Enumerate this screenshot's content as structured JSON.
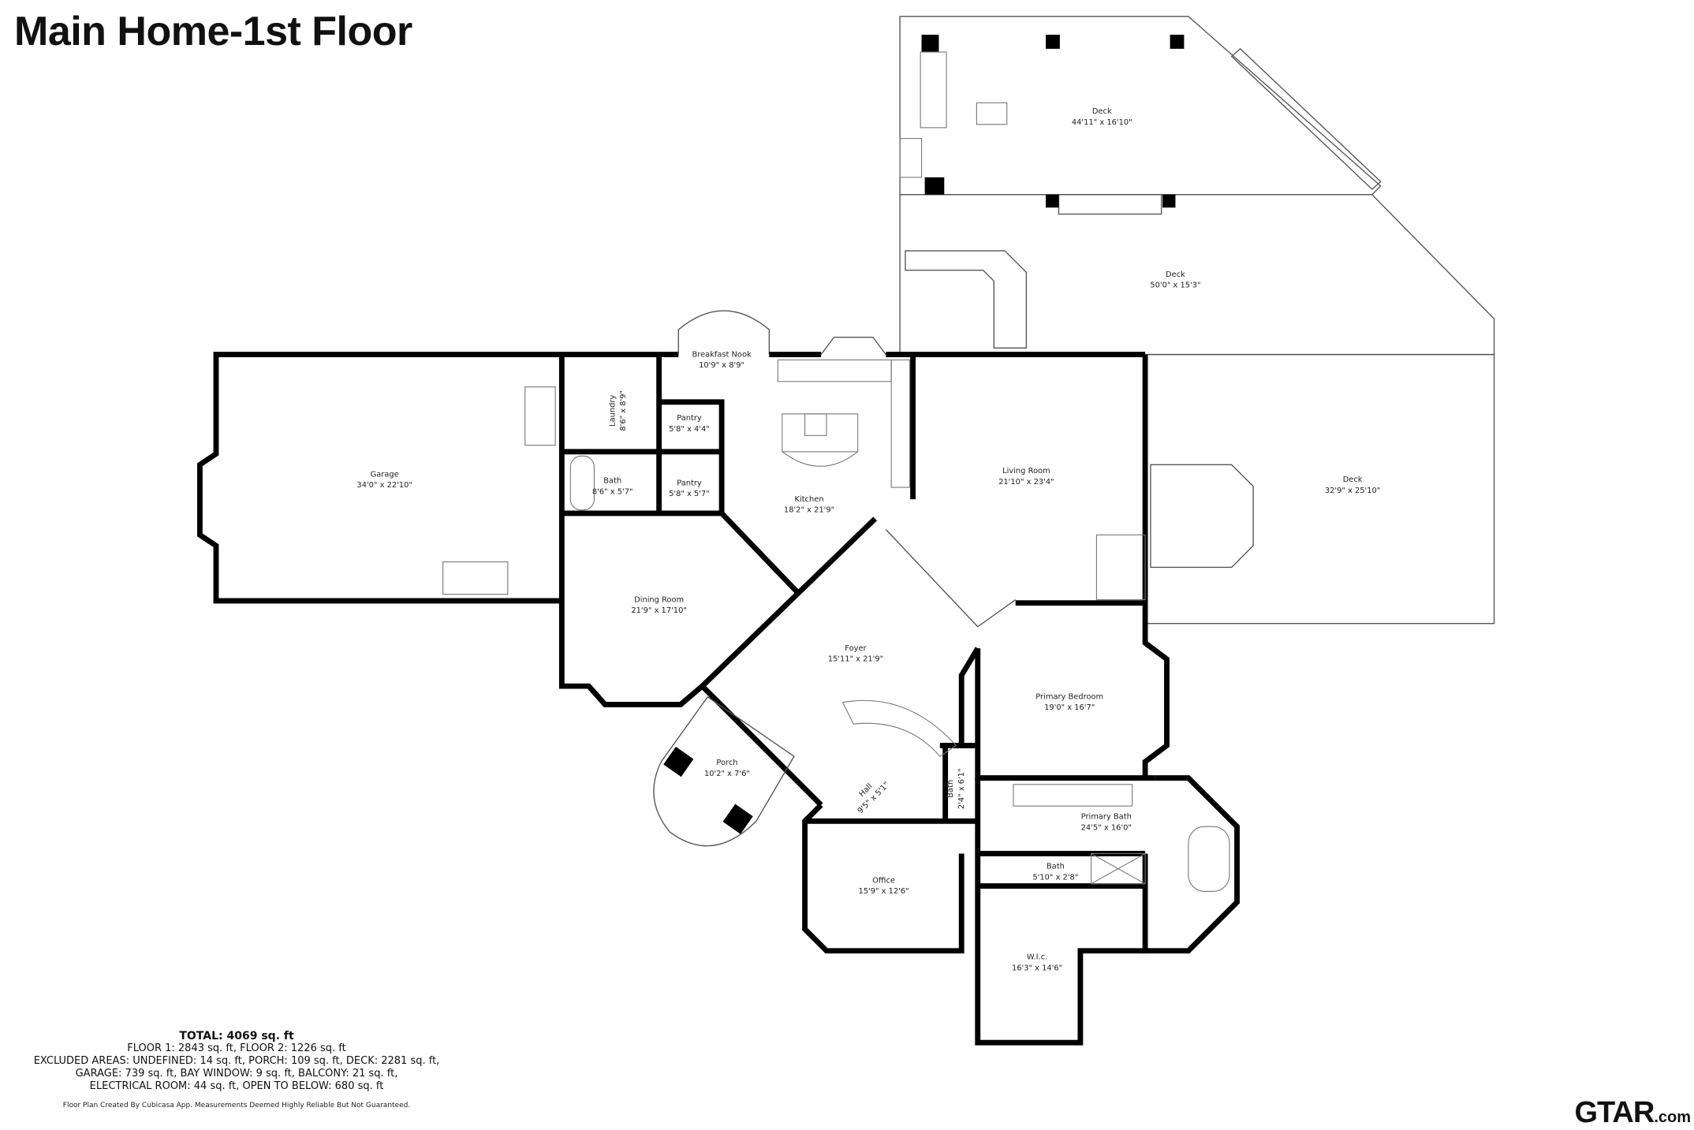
{
  "title": "Main Home-1st Floor",
  "rooms": [
    {
      "name": "Deck",
      "dims": "44'11\" x 16'10\""
    },
    {
      "name": "Deck",
      "dims": "50'0\" x 15'3\""
    },
    {
      "name": "Deck",
      "dims": "32'9\" x 25'10\""
    },
    {
      "name": "Garage",
      "dims": "34'0\" x 22'10\""
    },
    {
      "name": "Laundry",
      "dims": "8'6\" x 8'9\""
    },
    {
      "name": "Breakfast Nook",
      "dims": "10'9\" x 8'9\""
    },
    {
      "name": "Pantry",
      "dims": "5'8\" x 4'4\""
    },
    {
      "name": "Bath",
      "dims": "8'6\" x 5'7\""
    },
    {
      "name": "Pantry",
      "dims": "5'8\" x 5'7\""
    },
    {
      "name": "Kitchen",
      "dims": "18'2\" x 21'9\""
    },
    {
      "name": "Living Room",
      "dims": "21'10\" x 23'4\""
    },
    {
      "name": "Dining Room",
      "dims": "21'9\" x 17'10\""
    },
    {
      "name": "Foyer",
      "dims": "15'11\" x 21'9\""
    },
    {
      "name": "Primary Bedroom",
      "dims": "19'0\" x 16'7\""
    },
    {
      "name": "Porch",
      "dims": "10'2\" x 7'6\""
    },
    {
      "name": "Hall",
      "dims": "9'5\" x 5'1\""
    },
    {
      "name": "Bath",
      "dims": "2'4\" x 6'1\""
    },
    {
      "name": "Primary Bath",
      "dims": "24'5\" x 16'0\""
    },
    {
      "name": "Office",
      "dims": "15'9\" x 12'6\""
    },
    {
      "name": "Bath",
      "dims": "5'10\" x 2'8\""
    },
    {
      "name": "W.I.c.",
      "dims": "16'3\" x 14'6\""
    }
  ],
  "summary": {
    "total": "TOTAL: 4069 sq. ft",
    "floors": "FLOOR 1: 2843 sq. ft, FLOOR 2: 1226 sq. ft",
    "excluded_1": "EXCLUDED AREAS: UNDEFINED: 14 sq. ft, PORCH: 109 sq. ft, DECK: 2281 sq. ft,",
    "excluded_2": "GARAGE: 739 sq. ft, BAY WINDOW: 9 sq. ft, BALCONY: 21 sq. ft,",
    "excluded_3": "ELECTRICAL ROOM: 44 sq. ft, OPEN TO BELOW: 680 sq. ft"
  },
  "credit": "Floor Plan Created By Cubicasa App. Measurements Deemed Highly Reliable But Not Guaranteed.",
  "logo": {
    "main": "GTAR",
    "suffix": ".com"
  }
}
